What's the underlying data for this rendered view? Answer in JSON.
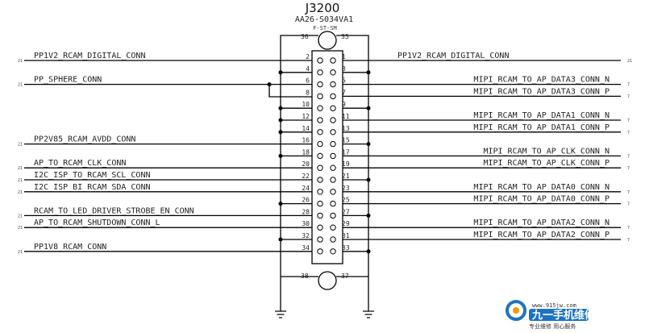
{
  "component": {
    "refdes": "J3200",
    "part_number": "AA26-S034VA1",
    "variant": "F-ST-SM",
    "mount_pins": {
      "top_left": "36",
      "top_right": "35",
      "bottom_left": "38",
      "bottom_right": "37"
    }
  },
  "left_nets": [
    {
      "pin": "2",
      "net": "PP1V2_RCAM_DIGITAL_CONN",
      "sheet_ref": "21"
    },
    {
      "pin": "4",
      "net": "",
      "sheet_ref": ""
    },
    {
      "pin": "6",
      "net": "PP_SPHERE_CONN",
      "sheet_ref": "21"
    },
    {
      "pin": "8",
      "net": "",
      "sheet_ref": ""
    },
    {
      "pin": "10",
      "net": "",
      "sheet_ref": ""
    },
    {
      "pin": "12",
      "net": "",
      "sheet_ref": ""
    },
    {
      "pin": "14",
      "net": "",
      "sheet_ref": ""
    },
    {
      "pin": "16",
      "net": "PP2V85_RCAM_AVDD_CONN",
      "sheet_ref": "21"
    },
    {
      "pin": "18",
      "net": "",
      "sheet_ref": ""
    },
    {
      "pin": "20",
      "net": "AP_TO_RCAM_CLK_CONN",
      "sheet_ref": "21"
    },
    {
      "pin": "22",
      "net": "I2C_ISP_TO_RCAM_SCL_CONN",
      "sheet_ref": "21"
    },
    {
      "pin": "24",
      "net": "I2C_ISP_BI_RCAM_SDA_CONN",
      "sheet_ref": "21"
    },
    {
      "pin": "26",
      "net": "",
      "sheet_ref": ""
    },
    {
      "pin": "28",
      "net": "RCAM_TO_LED_DRIVER_STROBE_EN_CONN",
      "sheet_ref": "21"
    },
    {
      "pin": "30",
      "net": "AP_TO_RCAM_SHUTDOWN_CONN_L",
      "sheet_ref": "21"
    },
    {
      "pin": "32",
      "net": "",
      "sheet_ref": ""
    },
    {
      "pin": "34",
      "net": "PP1V8_RCAM_CONN",
      "sheet_ref": "21"
    }
  ],
  "right_nets": [
    {
      "pin": "1",
      "net": "PP1V2_RCAM_DIGITAL_CONN",
      "sheet_ref": "21"
    },
    {
      "pin": "3",
      "net": "",
      "sheet_ref": ""
    },
    {
      "pin": "5",
      "net": "MIPI_RCAM_TO_AP_DATA3_CONN_N",
      "sheet_ref": "7"
    },
    {
      "pin": "7",
      "net": "MIPI_RCAM_TO_AP_DATA3_CONN_P",
      "sheet_ref": "7"
    },
    {
      "pin": "9",
      "net": "",
      "sheet_ref": ""
    },
    {
      "pin": "11",
      "net": "MIPI_RCAM_TO_AP_DATA1_CONN_N",
      "sheet_ref": "7"
    },
    {
      "pin": "13",
      "net": "MIPI_RCAM_TO_AP_DATA1_CONN_P",
      "sheet_ref": "7"
    },
    {
      "pin": "15",
      "net": "",
      "sheet_ref": ""
    },
    {
      "pin": "17",
      "net": "MIPI_RCAM_TO_AP_CLK_CONN_N",
      "sheet_ref": "7"
    },
    {
      "pin": "19",
      "net": "MIPI_RCAM_TO_AP_CLK_CONN_P",
      "sheet_ref": "7"
    },
    {
      "pin": "21",
      "net": "",
      "sheet_ref": ""
    },
    {
      "pin": "23",
      "net": "MIPI_RCAM_TO_AP_DATA0_CONN_N",
      "sheet_ref": "7"
    },
    {
      "pin": "25",
      "net": "MIPI_RCAM_TO_AP_DATA0_CONN_P",
      "sheet_ref": "7"
    },
    {
      "pin": "27",
      "net": "",
      "sheet_ref": ""
    },
    {
      "pin": "29",
      "net": "MIPI_RCAM_TO_AP_DATA2_CONN_N",
      "sheet_ref": "7"
    },
    {
      "pin": "31",
      "net": "MIPI_RCAM_TO_AP_DATA2_CONN_P",
      "sheet_ref": "7"
    },
    {
      "pin": "33",
      "net": "",
      "sheet_ref": ""
    }
  ],
  "watermark": {
    "url": "www.915jw.com",
    "brand": "九一手机维修",
    "slogan": "专业维修 用心服务"
  }
}
